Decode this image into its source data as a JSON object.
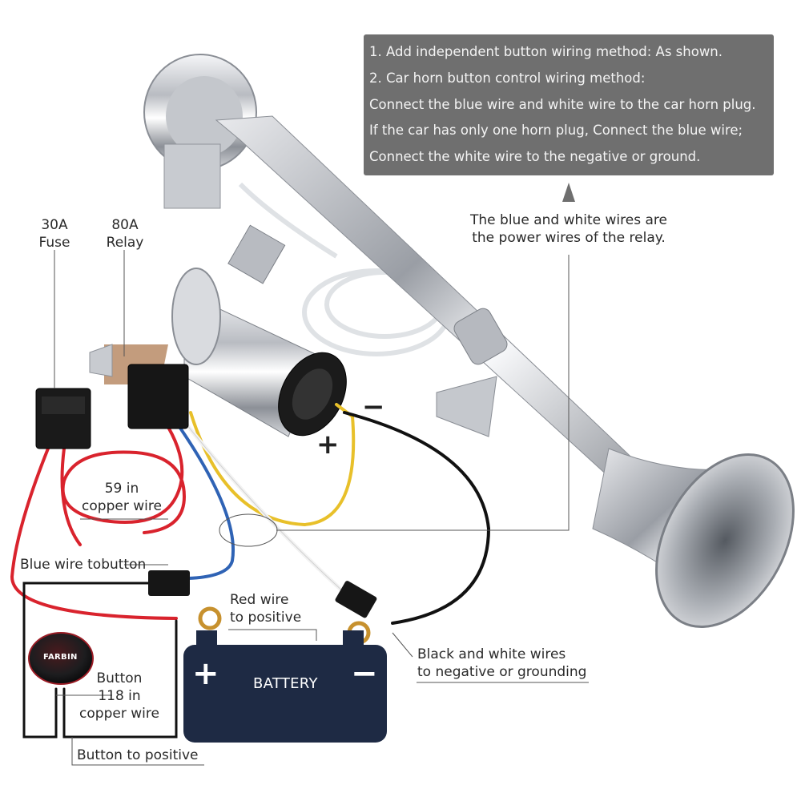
{
  "callout": {
    "lines": [
      "1.  Add independent button wiring method: As shown.",
      "2.  Car horn button control wiring method:",
      "Connect the blue wire and white wire to the car horn plug.",
      "If the car has only one horn plug, Connect the blue wire;",
      "Connect the white wire to the negative or ground."
    ]
  },
  "labels": {
    "fuse_line1": "30A",
    "fuse_line2": "Fuse",
    "relay_line1": "80A",
    "relay_line2": "Relay",
    "power_wires_line1": "The blue and white wires are",
    "power_wires_line2": "the power wires of the relay.",
    "copper59_line1": "59 in",
    "copper59_line2": "copper wire",
    "blue_wire_button": "Blue wire tobutton",
    "red_wire_line1": "Red wire",
    "red_wire_line2": "to positive",
    "black_white_line1": "Black and white wires",
    "black_white_line2": "to negative or grounding",
    "button_line1": "Button",
    "button_line2": "118 in",
    "button_line3": "copper wire",
    "button_to_positive": "Button to positive",
    "battery": "BATTERY",
    "battery_plus": "+",
    "battery_minus": "−",
    "compressor_plus": "+",
    "compressor_minus": "−",
    "button_brand": "FARBIN"
  },
  "colors": {
    "callout_bg": "#6f6f6f",
    "battery": "#1e2a44",
    "red_wire": "#d9232d",
    "blue_wire": "#2f63b5",
    "yellow_wire": "#e8c02a",
    "black_wire": "#111111",
    "chrome": "#c9ccd1"
  }
}
